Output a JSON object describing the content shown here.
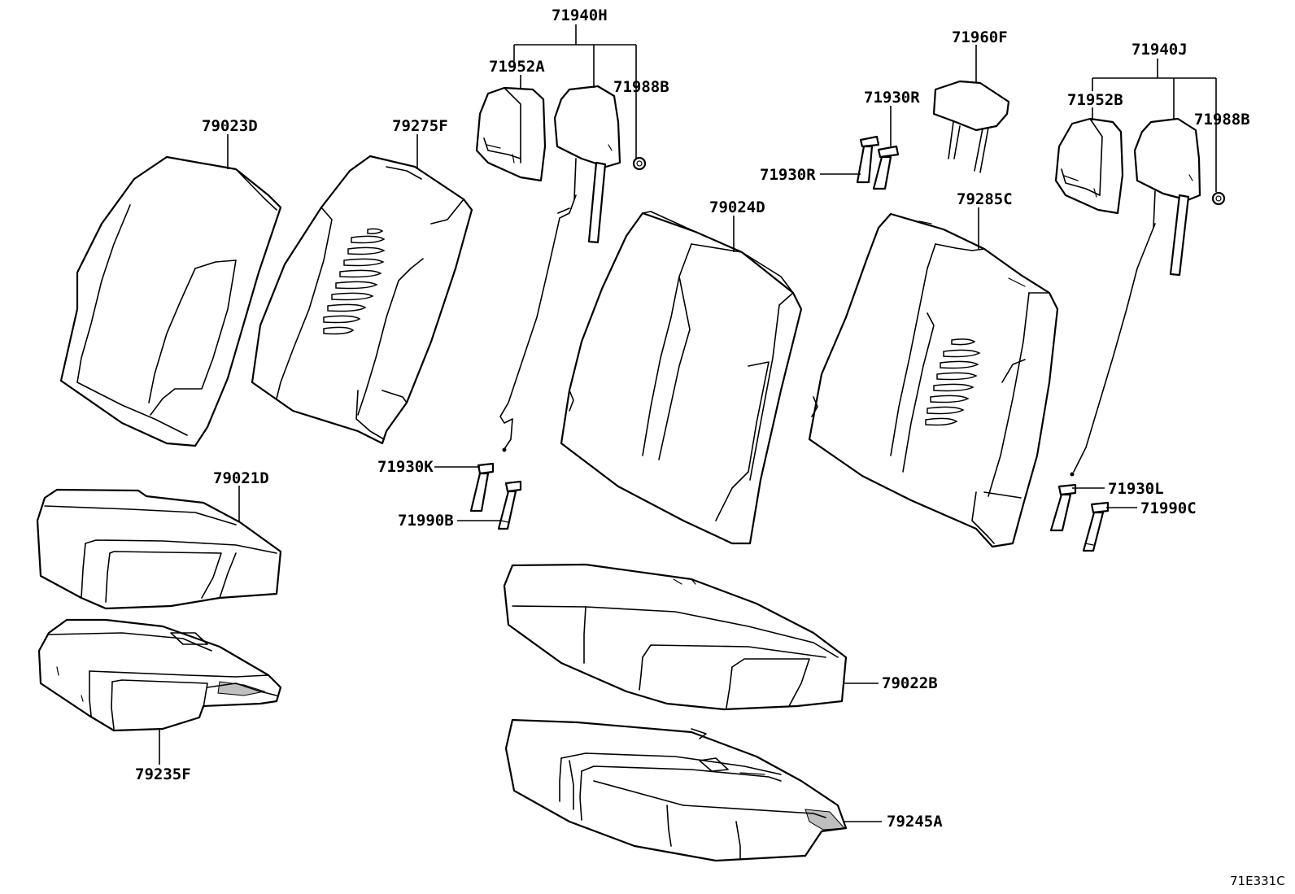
{
  "diagram_code": "71E331C",
  "labels": {
    "p79023D": "79023D",
    "p79275F": "79275F",
    "p71940H": "71940H",
    "p71952A": "71952A",
    "p71988B_left": "71988B",
    "p79024D": "79024D",
    "p71930R_top": "71930R",
    "p71930R_left": "71930R",
    "p71960F": "71960F",
    "p79285C": "79285C",
    "p71940J": "71940J",
    "p71952B": "71952B",
    "p71988B_right": "71988B",
    "p71930K": "71930K",
    "p71990B": "71990B",
    "p79021D": "79021D",
    "p79235F": "79235F",
    "p79022B": "79022B",
    "p79245A": "79245A",
    "p71930L": "71930L",
    "p71990C": "71990C"
  }
}
